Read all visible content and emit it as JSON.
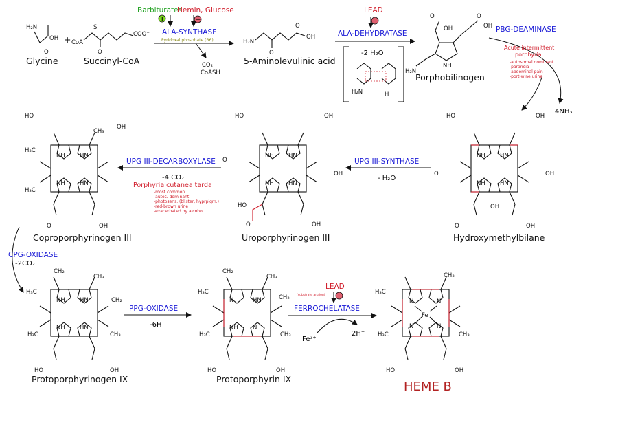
{
  "compounds": {
    "glycine": "Glycine",
    "succinyl_coa": "Succinyl-CoA",
    "ala": "5-Aminolevulinic acid",
    "pbg": "Porphobilinogen",
    "hmb": "Hydroxymethylbilane",
    "uro": "Uroporphyrinogen III",
    "copro": "Coproporphyrinogen III",
    "protogen": "Protoporphyrinogen IX",
    "protoporphyrin": "Protoporphyrin IX",
    "heme": "HEME B"
  },
  "enzymes": {
    "ala_synthase": "ALA-SYNTHASE",
    "ala_dehydratase": "ALA-DEHYDRATASE",
    "pbg_deaminase": "PBG-DEAMINASE",
    "upg3_synthase": "UPG III-SYNTHASE",
    "upg3_decarboxylase": "UPG III-DECARBOXYLASE",
    "cpg_oxidase": "CPG-OXIDASE",
    "ppg_oxidase": "PPG-OXIDASE",
    "ferrochelatase": "FERROCHELATASE"
  },
  "regulators": {
    "barbiturates": "Barbiturates",
    "hemin_glucose": "Hemin, Glucose",
    "lead1": "LEAD",
    "lead2": "LEAD",
    "plus": "+",
    "minus": "−",
    "cofactor": "Pyridoxal phosphate (B6)",
    "inhibition_note": "(substrate analog)"
  },
  "byproducts": {
    "co2": "CO₂",
    "coash": "CoASH",
    "minus_2h2o": "-2 H₂O",
    "four_nh3": "4NH₃",
    "minus_h2o": "- H₂O",
    "minus_4co2": "-4 CO₂",
    "minus_2co2": "-2CO₂",
    "minus_6h": "-6H",
    "fe2": "Fe²⁺",
    "two_h": "2H⁺",
    "plus_sign": "+"
  },
  "aip": {
    "title1": "Acute intermittent",
    "title2": "porphyria",
    "items": [
      "-autosomal dominant",
      "-paranoia",
      "-abdominal pain",
      "-port-wine urine"
    ]
  },
  "pct": {
    "title": "Porphyria cutanea tarda",
    "items": [
      "-most common",
      "-autos. dominant",
      "-photosens. (blister, hyprpigm.)",
      "-red-brown urine",
      "-exacerbated by alcohol"
    ]
  },
  "colors": {
    "enzyme": "#1a1ad6",
    "red": "#d01c2a",
    "green": "#1fa01f",
    "heme_title": "#b22222"
  }
}
